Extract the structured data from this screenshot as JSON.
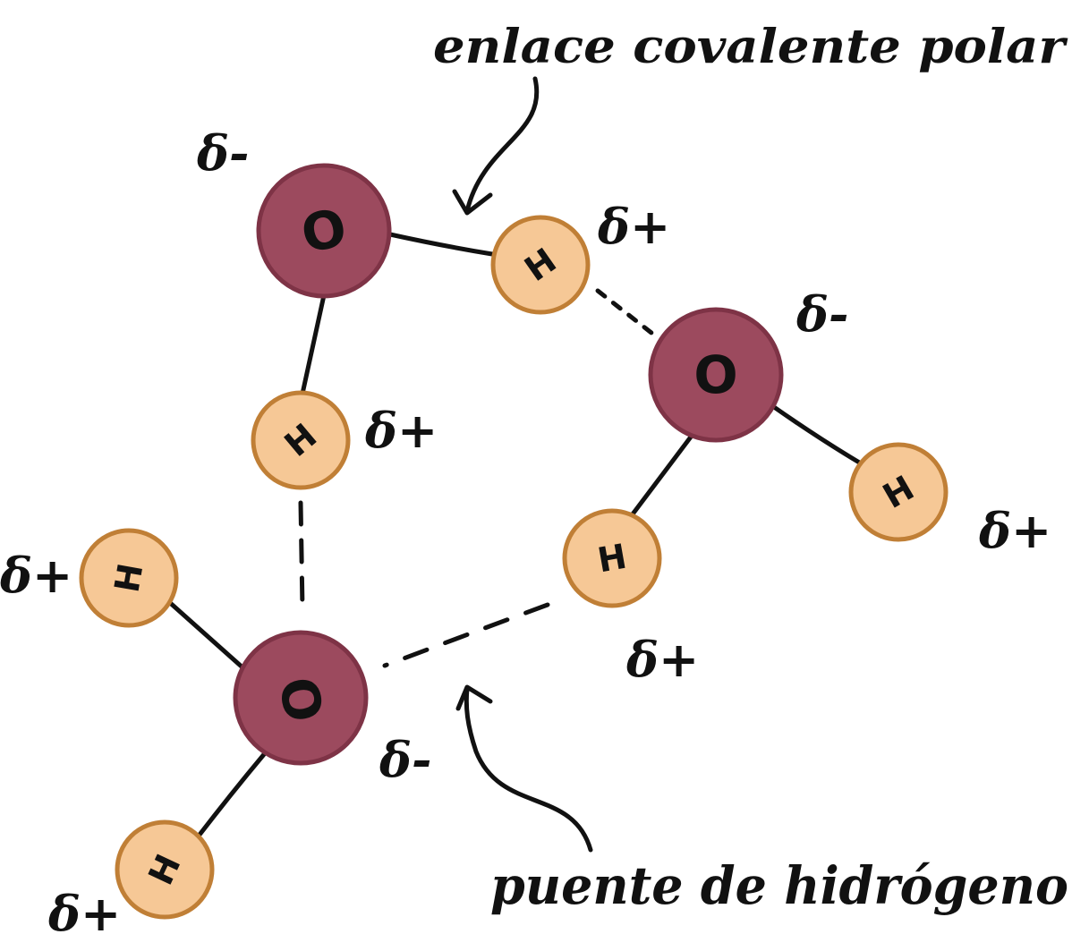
{
  "labels": {
    "covalent_bond": "enlace covalente polar",
    "hydrogen_bond": "puente de hidrógeno"
  },
  "atoms": {
    "oxygen_symbol": "O",
    "hydrogen_symbol": "H"
  },
  "charges": {
    "negative": "δ-",
    "positive": "δ+"
  },
  "colors": {
    "oxygen_fill": "#9c4a5e",
    "oxygen_stroke": "#7e3346",
    "hydrogen_fill": "#f6c896",
    "hydrogen_stroke": "#c07f36",
    "ink": "#111111"
  }
}
